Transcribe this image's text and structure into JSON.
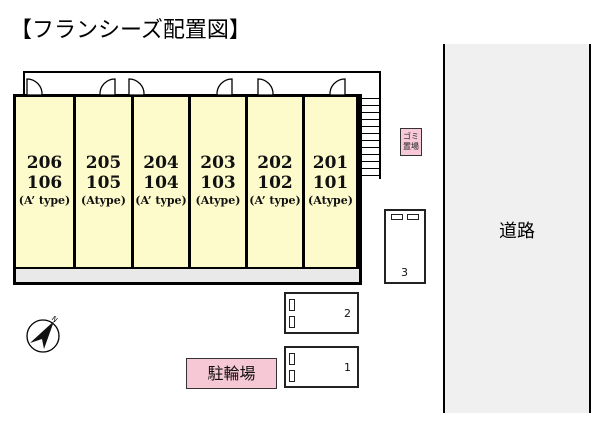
{
  "title": "【フランシーズ配置図】",
  "building": {
    "units": [
      {
        "upper": "206",
        "lower": "106",
        "type": "(A’ type)"
      },
      {
        "upper": "205",
        "lower": "105",
        "type": "(Atype)"
      },
      {
        "upper": "204",
        "lower": "104",
        "type": "(A’ type)"
      },
      {
        "upper": "203",
        "lower": "103",
        "type": "(Atype)"
      },
      {
        "upper": "202",
        "lower": "102",
        "type": "(A’ type)"
      },
      {
        "upper": "201",
        "lower": "101",
        "type": "(Atype)"
      }
    ],
    "unit_fill": "#fdfbcc"
  },
  "garbage": {
    "line1": "ゴミ",
    "line2": "置場",
    "color": "#f7c9d9"
  },
  "road": {
    "label": "道路",
    "color": "#f0f0f0"
  },
  "parking": [
    {
      "number": "3"
    },
    {
      "number": "2"
    },
    {
      "number": "1"
    }
  ],
  "bicycle_parking": {
    "label": "駐輪場",
    "color": "#f6c7d5"
  },
  "compass": {
    "label": "N"
  }
}
